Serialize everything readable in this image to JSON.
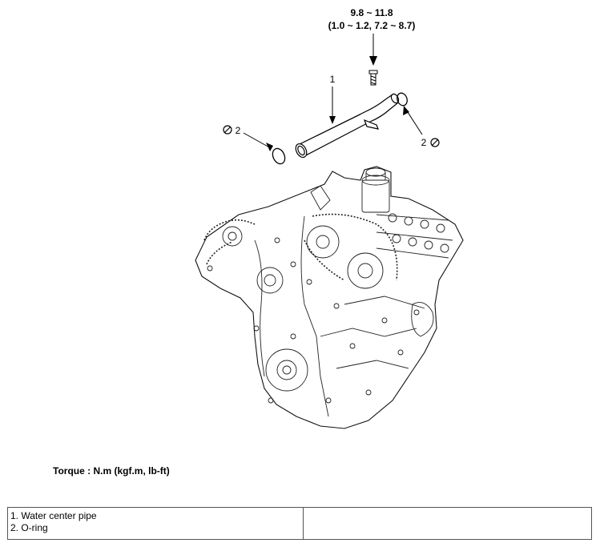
{
  "diagram": {
    "torque_spec_line1": "9.8 ~ 11.8",
    "torque_spec_line2": "(1.0 ~ 1.2, 7.2 ~ 8.7)",
    "callouts": [
      {
        "id": "1"
      },
      {
        "id": "2"
      },
      {
        "id": "2"
      }
    ],
    "no_reuse_icon": "prohibition-icon"
  },
  "torque_note": "Torque : N.m (kgf.m, lb-ft)",
  "legend": {
    "items": [
      "1. Water center pipe",
      "2. O-ring"
    ]
  }
}
